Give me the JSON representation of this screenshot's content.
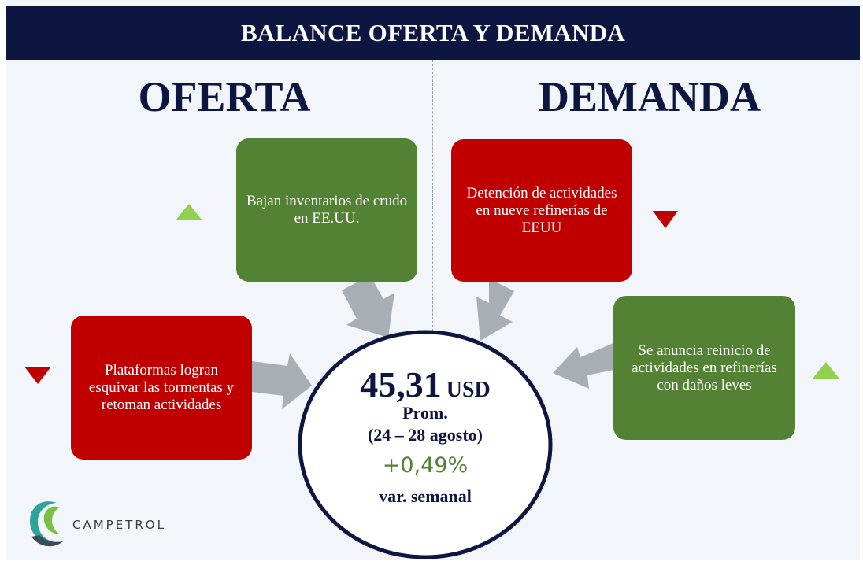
{
  "header": {
    "title": "BALANCE OFERTA Y DEMANDA"
  },
  "sections": {
    "supply": "OFERTA",
    "demand": "DEMANDA"
  },
  "factors": {
    "inventarios": {
      "text": "Bajan inventarios de crudo en EE.UU.",
      "effect": "up"
    },
    "refinerias": {
      "text": "Detención de actividades en nueve refinerías de EEUU",
      "effect": "down"
    },
    "plataformas": {
      "text": "Plataformas logran esquivar las tormentas y retoman actividades",
      "effect": "down"
    },
    "reinicio": {
      "text": "Se anuncia reinicio de actividades en refinerías con daños leves",
      "effect": "up"
    }
  },
  "center": {
    "price": "45,31",
    "unit": "USD",
    "prom_label": "Prom.",
    "period": "(24 – 28 agosto)",
    "change": "+0,49%",
    "change_label": "var. semanal"
  },
  "logo": {
    "name": "CAMPETROL"
  },
  "colors": {
    "navy": "#0c1641",
    "green": "#548235",
    "red": "#c00000",
    "arrow": "#a9aeb4",
    "triangle_up": "#92d050",
    "triangle_down": "#c00000"
  }
}
